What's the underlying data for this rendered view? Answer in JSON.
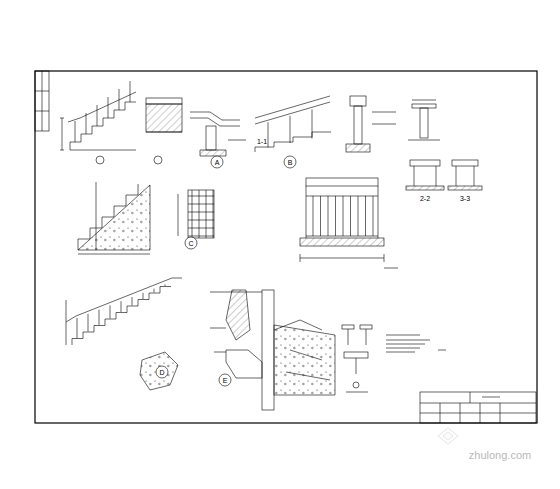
{
  "diagram": {
    "labels": [
      "A",
      "B",
      "C",
      "D",
      "E",
      "1-1",
      "2-2",
      "3-3",
      "zhulong.com"
    ]
  }
}
